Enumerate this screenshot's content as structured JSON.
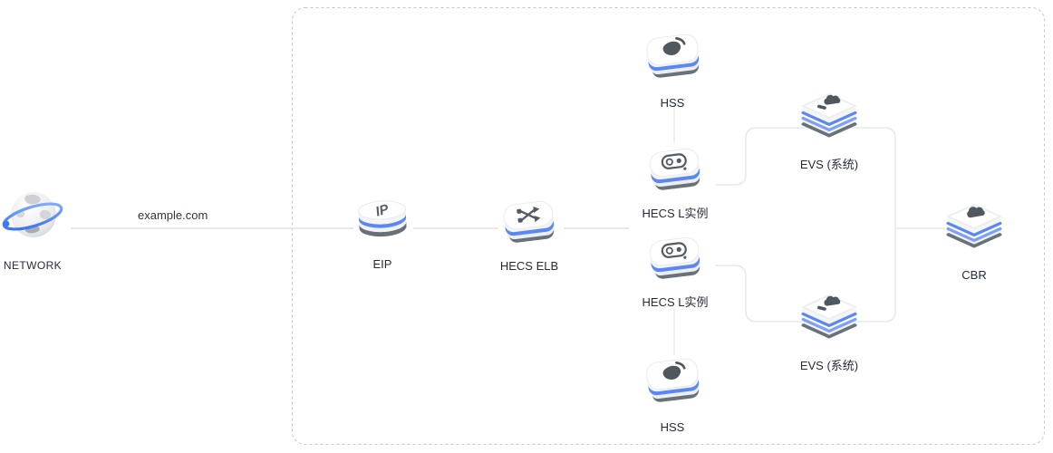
{
  "colors": {
    "accent_blue": "#5b87f5",
    "accent_blue_light": "#88a9f8",
    "icon_dark": "#525b63",
    "icon_base_gray": "#6a7279",
    "line_gray": "#e4e6e8",
    "dashed_border_gray": "#c5c7c9",
    "text_dark": "#252b3a"
  },
  "diagram": {
    "connection_label": "example.com",
    "nodes": {
      "network": {
        "label": "NETWORK",
        "icon": "globe-icon"
      },
      "eip": {
        "label": "EIP",
        "icon": "ip-cylinder-icon"
      },
      "elb": {
        "label": "HECS ELB",
        "icon": "load-balancer-icon"
      },
      "hss_top": {
        "label": "HSS",
        "icon": "host-security-icon"
      },
      "hecs_instance_1": {
        "label": "HECS L实例",
        "icon": "server-instance-icon"
      },
      "hecs_instance_2": {
        "label": "HECS L实例",
        "icon": "server-instance-icon"
      },
      "hss_bottom": {
        "label": "HSS",
        "icon": "host-security-icon"
      },
      "evs_system_top": {
        "label": "EVS (系统)",
        "icon": "disk-icon"
      },
      "evs_system_bottom": {
        "label": "EVS (系统)",
        "icon": "disk-icon"
      },
      "cbr": {
        "label": "CBR",
        "icon": "backup-icon"
      }
    }
  }
}
